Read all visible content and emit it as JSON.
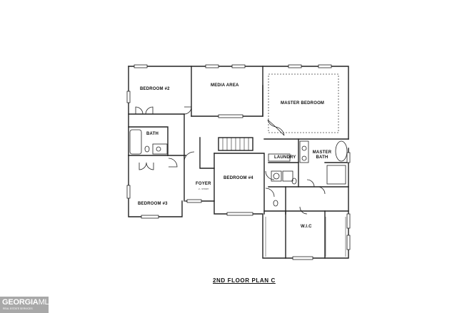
{
  "plan": {
    "title": "2ND  FLOOR   PLAN  C",
    "rooms": {
      "bedroom2": "BEDROOM #2",
      "media": "MEDIA AREA",
      "master_bedroom": "MASTER BEDROOM",
      "bath": "BATH",
      "laundry": "LAUNDRY",
      "master_bath": "MASTER BATH",
      "foyer": "FOYER",
      "foyer_note": "2 - STORY",
      "bedroom4": "BEDROOM #4",
      "bedroom3": "BEDROOM #3",
      "wic": "W.I.C"
    }
  },
  "watermark": {
    "brand": "GEORGIA",
    "brand_suffix": "MLS",
    "tagline": "REAL ESTATE SERVICES"
  }
}
